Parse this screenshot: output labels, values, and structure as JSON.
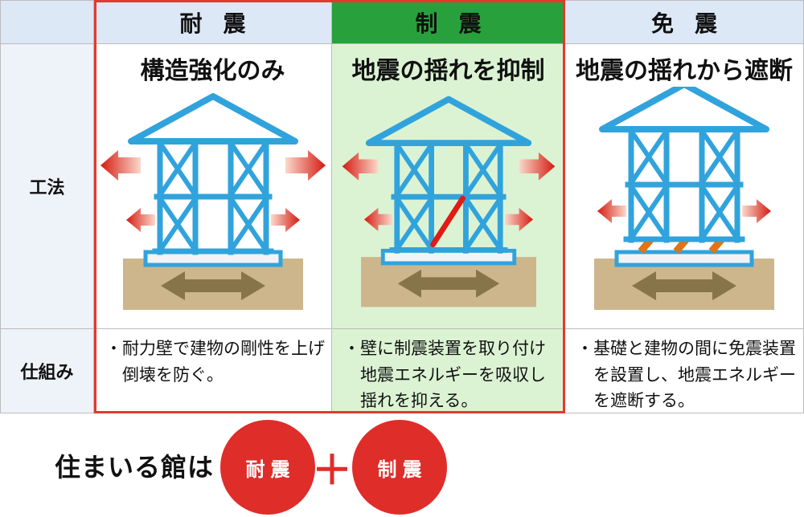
{
  "colors": {
    "accent_red": "#e23a2c",
    "header_green": "#28a13c",
    "body_green": "#dbf3d3",
    "header_blue": "#dce8f6",
    "label_blue": "#eef2f9",
    "house_blue": "#31a3dc",
    "plate_gray": "#f3f3f5",
    "ground_tan": "#cdb68c",
    "ground_arrow_brown": "#877549",
    "isolator_orange": "#e8720c",
    "damper_red": "#e01b15",
    "badge_red": "#df2d2a",
    "border_gray": "#bcbcbc"
  },
  "table": {
    "row_labels": {
      "method": "工法",
      "mechanism": "仕組み"
    },
    "columns": [
      {
        "header": "耐震",
        "subtitle": "構造強化のみ",
        "mechanism": "・耐力壁で建物の剛性を上げ倒壊を防ぐ。",
        "highlighted": false
      },
      {
        "header": "制震",
        "subtitle": "地震の揺れを抑制",
        "mechanism": "・壁に制震装置を取り付け地震エネルギーを吸収し揺れを抑える。",
        "highlighted": true
      },
      {
        "header": "免震",
        "subtitle": "地震の揺れから遮断",
        "mechanism": "・基礎と建物の間に免震装置を設置し、地震エネルギーを遮断する。",
        "highlighted": false
      }
    ]
  },
  "footer": {
    "brand_text": "住まいる館は",
    "badge_taishin": "耐震",
    "plus_sign": "＋",
    "badge_seishin": "制震"
  },
  "icons": {
    "house-frame-icon": "blue timber-frame house with X braces",
    "quake-arrow-icon": "red gradient horizontal shaking arrow",
    "ground-motion-arrow-icon": "brown double-headed arrow in ground",
    "base-plate": "gray foundation slab with blue outline",
    "damper-icon": "red diagonal damping device in wall",
    "isolator-icon": "orange base-isolation pads",
    "plus-icon": "red plus sign"
  }
}
